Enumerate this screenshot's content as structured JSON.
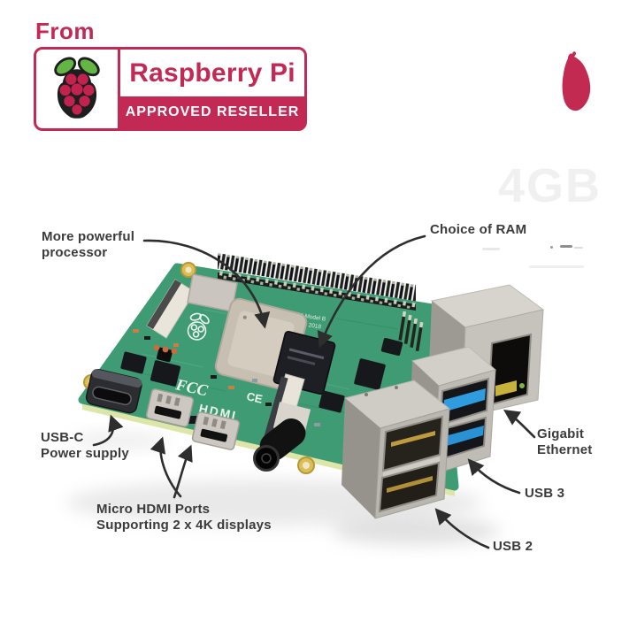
{
  "header": {
    "from_label": "From",
    "badge": {
      "brand": "Raspberry Pi",
      "reseller_banner": "APPROVED RESELLER",
      "logo_icon": "raspberry-pi-logo"
    },
    "region_icon": "sri-lanka-map"
  },
  "watermark_text": "4GB",
  "callouts": {
    "processor": {
      "line1": "More powerful",
      "line2": "processor"
    },
    "ram": {
      "line1": "Choice of RAM"
    },
    "usb_c": {
      "line1": "USB-C",
      "line2": "Power supply"
    },
    "hdmi": {
      "line1": "Micro HDMI Ports",
      "line2": "Supporting 2 x 4K displays"
    },
    "ethernet": {
      "line1": "Gigabit",
      "line2": "Ethernet"
    },
    "usb3": {
      "line1": "USB 3"
    },
    "usb2": {
      "line1": "USB 2"
    }
  },
  "board": {
    "silkscreen": {
      "model": "Raspberry Pi 4 Model B",
      "copyright": "© Raspberry Pi 2018",
      "fcc": "FCC",
      "ce_mark": "CE",
      "hdmi_label": "HDMI"
    }
  },
  "colors": {
    "brand_crimson": "#c22a55",
    "leaf_green": "#63b544",
    "pcb_green": "#3f9b73",
    "pcb_edge": "#dde6a8",
    "usb3_blue": "#2f9ce0",
    "label_text": "#3b3b3b",
    "watermark_gray": "#f0f0f0"
  }
}
